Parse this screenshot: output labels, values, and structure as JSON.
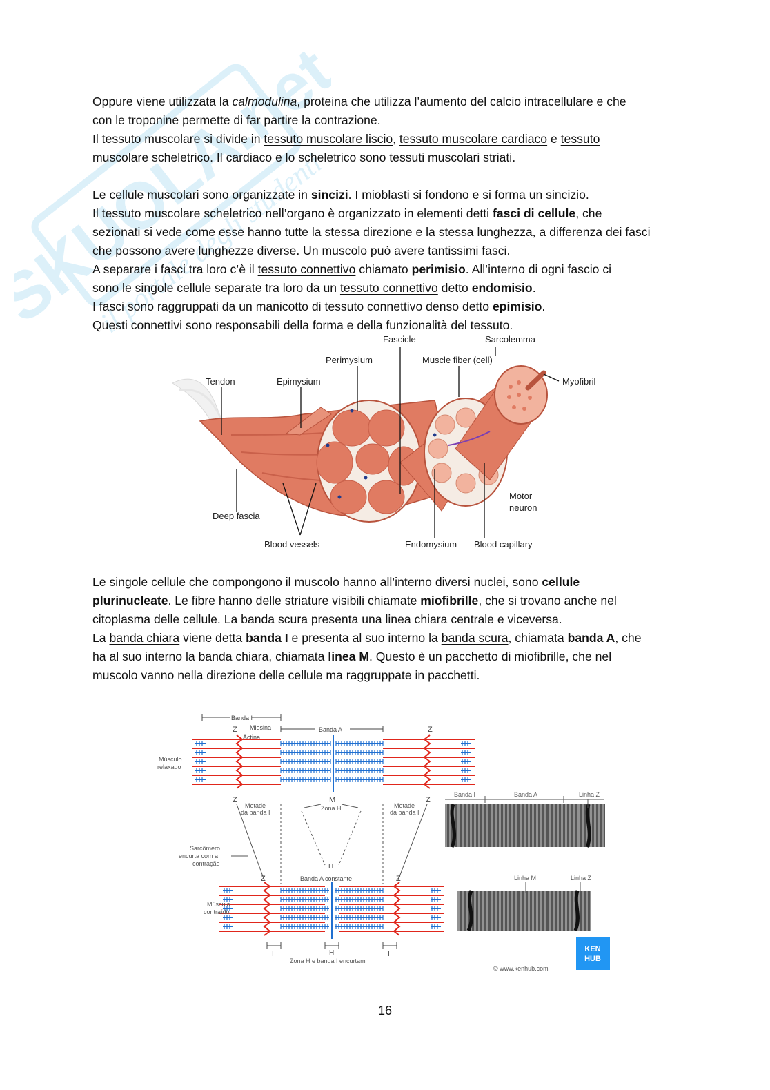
{
  "watermark": {
    "logo_text": "SKUOLA.net",
    "tagline": "il portale degli studenti"
  },
  "para1": {
    "l1_a": "Oppure viene utilizzata la ",
    "l1_it": "calmodulina",
    "l1_b": ", proteina che utilizza l’aumento del calcio intracellulare e che",
    "l2": "con le troponine permette di far partire la contrazione.",
    "l3_a": "Il tessuto muscolare si divide in ",
    "l3_u1": "tessuto muscolare liscio",
    "l3_sep1": ", ",
    "l3_u2": "tessuto muscolare cardiaco",
    "l3_sep2": " e ",
    "l3_u3": "tessuto",
    "l4_u": "muscolare scheletrico",
    "l4_b": ". Il cardiaco e lo scheletrico sono tessuti muscolari striati."
  },
  "para2": {
    "l1_a": "Le cellule muscolari sono organizzate in ",
    "l1_b": "sincizi",
    "l1_c": ". I mioblasti si fondono e si forma un sincizio.",
    "l2_a": "Il tessuto muscolare scheletrico nell’organo è organizzato in elementi detti ",
    "l2_b": "fasci di cellule",
    "l2_c": ", che",
    "l3": "sezionati si vede come esse hanno tutte la stessa direzione e la stessa lunghezza, a differenza dei fasci",
    "l4": "che possono avere lunghezze diverse. Un muscolo può avere tantissimi fasci.",
    "l5_a": "A separare i fasci tra loro c’è il ",
    "l5_u": "tessuto connettivo",
    "l5_b": " chiamato ",
    "l5_bold": "perimisio",
    "l5_c": ". All’interno di ogni fascio ci",
    "l6_a": "sono le singole cellule separate tra loro da un ",
    "l6_u": "tessuto connettivo",
    "l6_b": " detto ",
    "l6_bold": "endomisio",
    "l6_c": ".",
    "l7_a": "I fasci sono raggruppati da un manicotto di ",
    "l7_u": "tessuto connettivo denso",
    "l7_b": " detto ",
    "l7_bold": "epimisio",
    "l7_c": ".",
    "l8": "Questi connettivi sono responsabili della forma e della funzionalità del tessuto."
  },
  "figure1": {
    "labels": {
      "fascicle": "Fascicle",
      "sarcolemma": "Sarcolemma",
      "perimysium": "Perimysium",
      "muscle_fiber": "Muscle fiber (cell)",
      "tendon": "Tendon",
      "epimysium": "Epimysium",
      "myofibril": "Myofibril",
      "motor": "Motor",
      "neuron": "neuron",
      "deep_fascia": "Deep fascia",
      "blood_vessels": "Blood vessels",
      "endomysium": "Endomysium",
      "blood_capillary": "Blood capillary"
    },
    "colors": {
      "muscle": "#e07b62",
      "muscle_dark": "#c9604a",
      "muscle_light": "#f2b39e",
      "tissue": "#f5ece4"
    }
  },
  "para3": {
    "l1_a": "Le singole cellule che compongono il muscolo hanno all’interno diversi nuclei, sono ",
    "l1_b": "cellule",
    "l2_a": "plurinucleate",
    "l2_b": ". Le fibre hanno delle striature visibili chiamate ",
    "l2_c": "miofibrille",
    "l2_d": ", che si trovano anche nel",
    "l3": "citoplasma delle cellule. La banda scura presenta una linea chiara centrale e viceversa.",
    "l4_a": "La ",
    "l4_u1": "banda chiara",
    "l4_b": " viene detta ",
    "l4_bold1": "banda I",
    "l4_c": " e presenta al suo interno la ",
    "l4_u2": "banda scura",
    "l4_d": ", chiamata ",
    "l4_bold2": "banda A",
    "l4_e": ", che",
    "l5_a": "ha al suo interno la ",
    "l5_u1": "banda chiara",
    "l5_b": ", chiamata ",
    "l5_bold": "linea M",
    "l5_c": ". Questo è un ",
    "l5_u2": "pacchetto di miofibrille",
    "l5_d": ", che nel",
    "l6": "muscolo vanno nella direzione delle cellule ma raggruppate in pacchetti."
  },
  "figure2": {
    "labels": {
      "banda_i_top": "Banda I",
      "z": "Z",
      "miosina": "Miosina",
      "actina": "Actina",
      "banda_a": "Banda A",
      "musculo_relaxado_1": "Músculo",
      "musculo_relaxado_2": "relaxado",
      "m": "M",
      "metade_1": "Metade",
      "metade_2": "da banda I",
      "zona_h": "Zona H",
      "h": "H",
      "sarcomero_1": "Sarcômero",
      "sarcomero_2": "encurta com a",
      "sarcomero_3": "contração",
      "banda_a_constante": "Banda A constante",
      "musculo_contraido_1": "Músculo",
      "musculo_contraido_2": "contraído",
      "i": "I",
      "zona_h_encurtam": "Zona H e banda I encurtam",
      "micro_banda_i": "Banda I",
      "micro_banda_a": "Banda A",
      "micro_linha_z": "Linha Z",
      "micro_linha_m": "Linha M",
      "micro_linha_z2": "Linha Z",
      "kenhub_1": "KEN",
      "kenhub_2": "HUB",
      "credit": "© www.kenhub.com"
    },
    "colors": {
      "actin": "#e0261b",
      "myosin": "#1f6fd0",
      "kenhub": "#2196f3"
    }
  },
  "page_number": "16"
}
